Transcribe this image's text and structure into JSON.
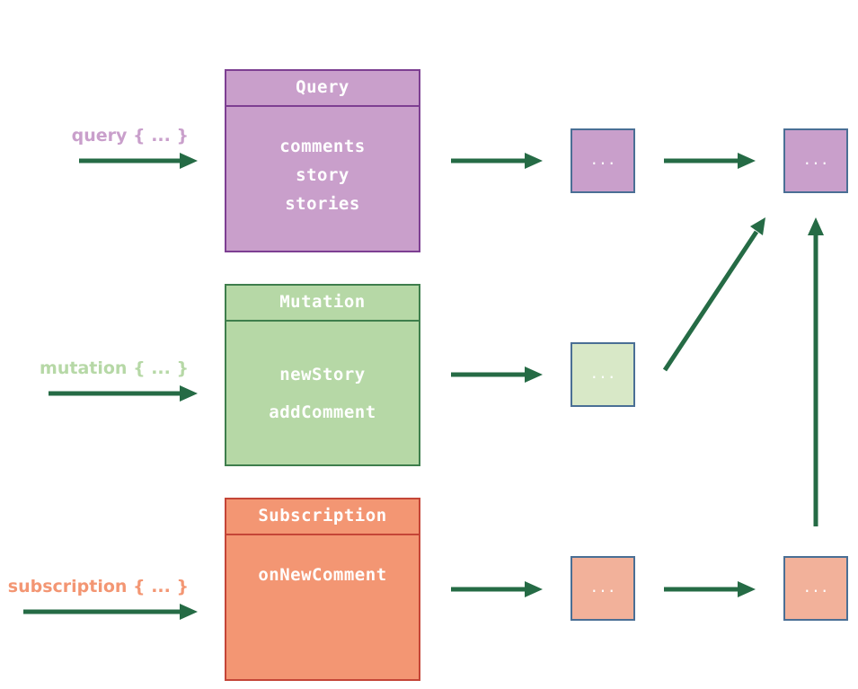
{
  "colors": {
    "query_fill": "#c99fcb",
    "query_border": "#7d3f92",
    "query_label": "#c99fcb",
    "mutation_fill": "#b6d8a6",
    "mutation_border": "#3e7e4c",
    "mutation_label": "#b6d8a6",
    "mutation_node_fill": "#d8e8c7",
    "subscription_fill": "#f39673",
    "subscription_border": "#c44537",
    "subscription_label": "#f39673",
    "subscription_node_fill": "#f2b19a",
    "arrow": "#256b45",
    "node_border": "#4a6f95"
  },
  "operations": {
    "query_label": "query { ... }",
    "mutation_label": "mutation { ... }",
    "subscription_label": "subscription { ... }"
  },
  "types": {
    "query": {
      "name": "Query",
      "fields": [
        "comments",
        "story",
        "stories"
      ]
    },
    "mutation": {
      "name": "Mutation",
      "fields": [
        "newStory",
        "addComment"
      ]
    },
    "subscription": {
      "name": "Subscription",
      "fields": [
        "onNewComment"
      ]
    }
  },
  "nodes": {
    "query_mid": "...",
    "query_end": "...",
    "mutation_mid": "...",
    "subscription_mid": "...",
    "subscription_end": "..."
  }
}
